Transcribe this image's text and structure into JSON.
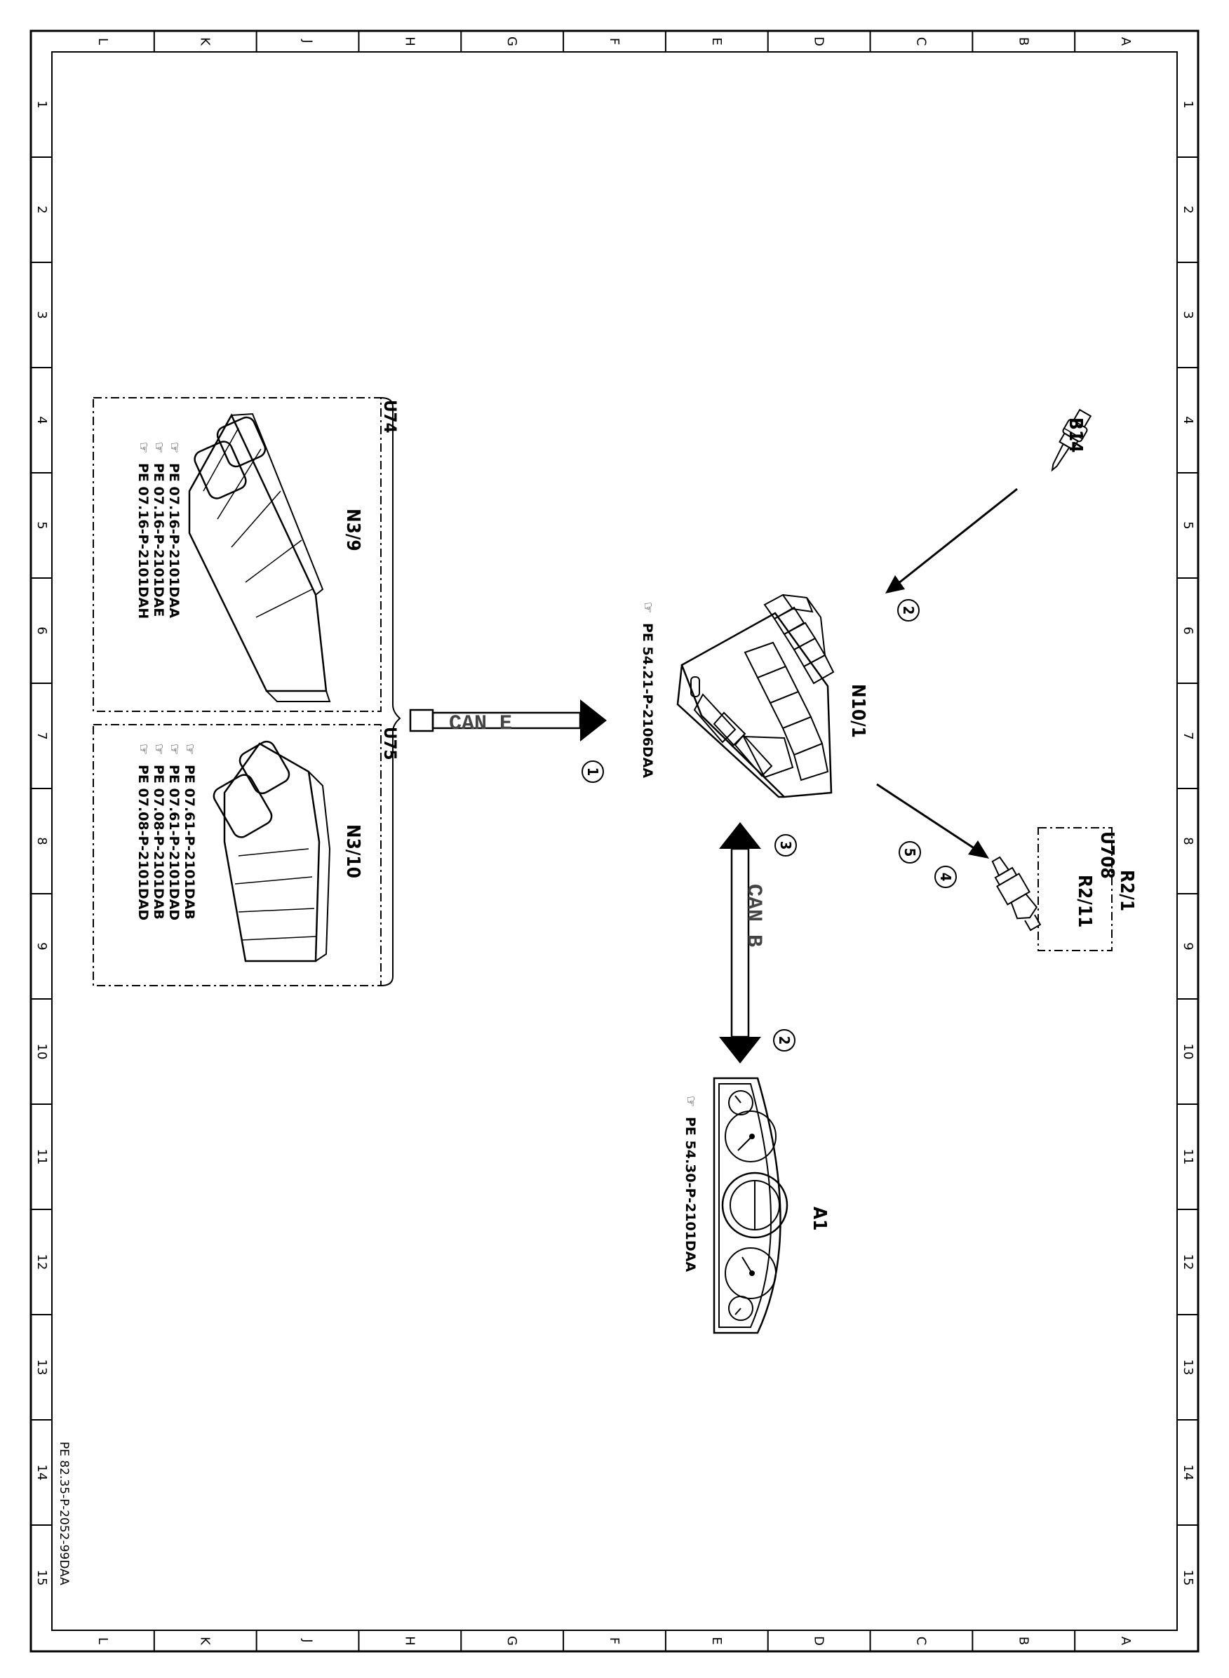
{
  "drawing_id": "PE 82.35-P-2052-99DAA",
  "grid": {
    "columns": [
      "L",
      "K",
      "J",
      "H",
      "G",
      "F",
      "E",
      "D",
      "C",
      "B",
      "A"
    ],
    "rows": [
      "1",
      "2",
      "3",
      "4",
      "5",
      "6",
      "7",
      "8",
      "9",
      "10",
      "11",
      "12",
      "13",
      "14",
      "15"
    ]
  },
  "components": {
    "b14": {
      "label": "B14"
    },
    "n10_1": {
      "label": "N10/1",
      "ref": "PE 54.21-P-2106DAA"
    },
    "a1": {
      "label": "A1",
      "ref": "PE 54.30-P-2101DAA"
    },
    "r2_1": {
      "label1": "R2/1",
      "label2": "U708",
      "label3": "R2/11"
    },
    "u74": {
      "variant": "U74",
      "label": "N3/9",
      "refs": [
        "PE 07.16-P-2101DAA",
        "PE 07.16-P-2101DAE",
        "PE 07.16-P-2101DAH"
      ]
    },
    "u75": {
      "variant": "U75",
      "label": "N3/10",
      "refs": [
        "PE 07.61-P-2101DAB",
        "PE 07.61-P-2101DAD",
        "PE 07.08-P-2101DAB",
        "PE 07.08-P-2101DAD"
      ]
    }
  },
  "buses": {
    "can_e": "CAN E",
    "can_b": "CAN B"
  },
  "callouts": {
    "c1": "1",
    "c2a": "2",
    "c3": "3",
    "c2b": "2",
    "c4": "4",
    "c5": "5"
  },
  "colors": {
    "line": "#000000",
    "bus_text": "#444444",
    "background": "#ffffff"
  }
}
